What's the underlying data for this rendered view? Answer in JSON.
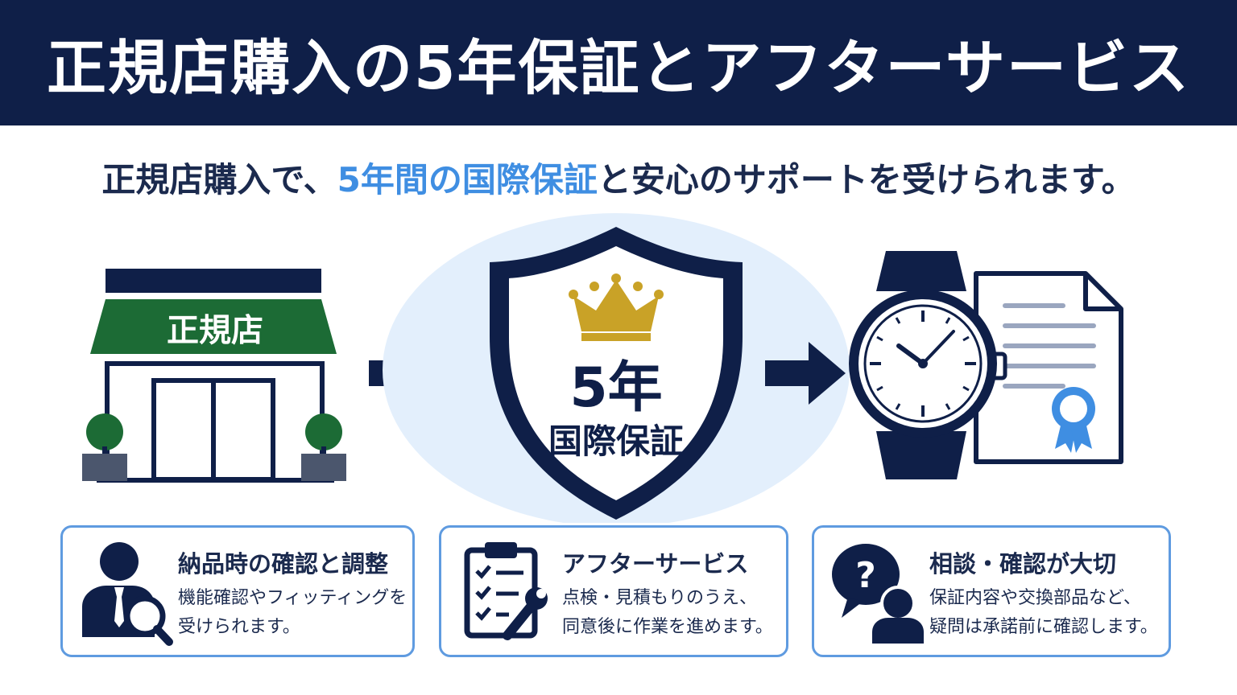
{
  "header": {
    "title": "正規店購入の5年保証とアフターサービス"
  },
  "subtitle": {
    "prefix": "正規店購入で、",
    "highlight": "5年間の国際保証",
    "suffix": "と安心のサポートを受けられます。"
  },
  "store": {
    "sign": "正規店",
    "sign_color": "#1c6b35"
  },
  "shield": {
    "years": "5年",
    "label": "国際保証"
  },
  "cards": [
    {
      "title": "納品時の確認と調整",
      "lines": [
        "機能確認やフィッティングを",
        "受けられます。"
      ]
    },
    {
      "title": "アフターサービス",
      "lines": [
        "点検・見積もりのうえ、",
        "同意後に作業を進めます。"
      ]
    },
    {
      "title": "相談・確認が大切",
      "lines": [
        "保証内容や交換部品など、",
        "疑問は承諾前に確認します。"
      ]
    }
  ],
  "colors": {
    "navy": "#0f1f48",
    "accent": "#3f8ee2",
    "card_border": "#5f9be0",
    "crown": "#c9a227"
  },
  "icons": [
    "store-icon",
    "arrow-right-icon",
    "shield-icon",
    "crown-icon",
    "watch-icon",
    "certificate-icon",
    "inspector-icon",
    "clipboard-wrench-icon",
    "question-bubble-icon"
  ]
}
